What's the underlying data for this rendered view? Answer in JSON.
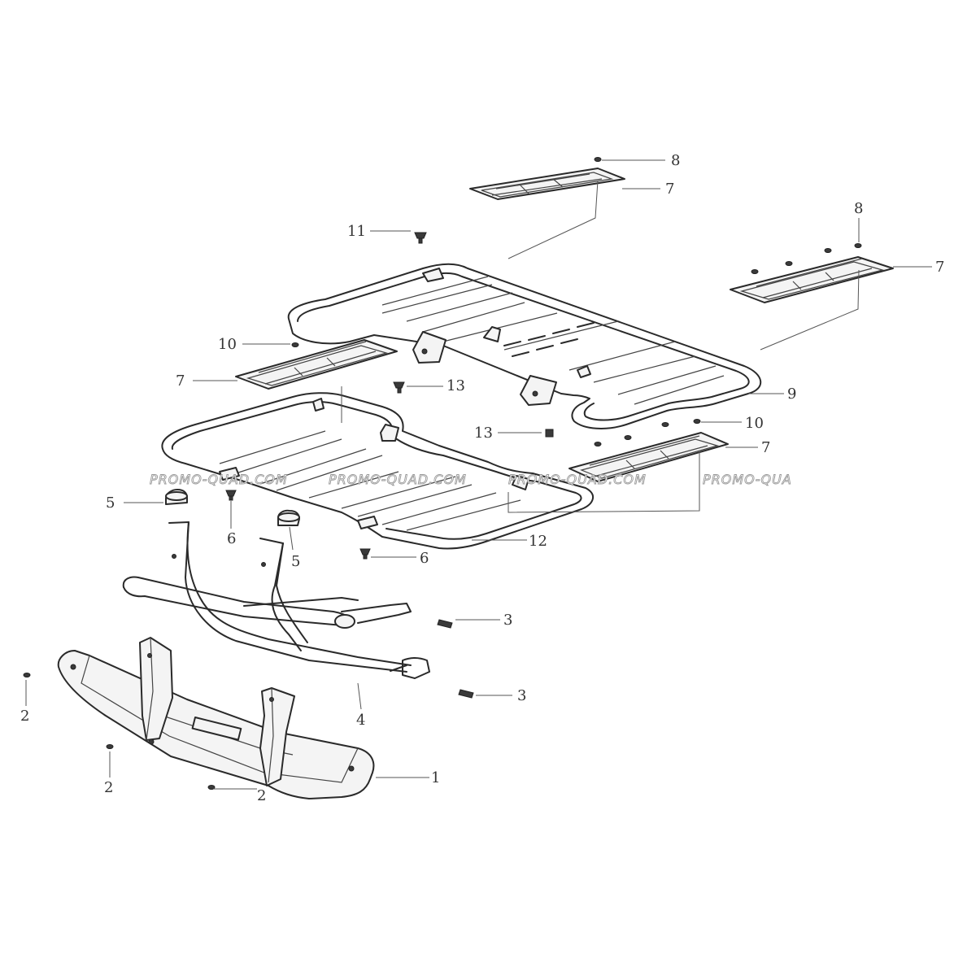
{
  "callouts": {
    "c1": "1",
    "c2a": "2",
    "c2b": "2",
    "c2c": "2",
    "c3a": "3",
    "c3b": "3",
    "c4": "4",
    "c5a": "5",
    "c5b": "5",
    "c6a": "6",
    "c6b": "6",
    "c7a": "7",
    "c7b": "7",
    "c7c": "7",
    "c7d": "7",
    "c8a": "8",
    "c8b": "8",
    "c9": "9",
    "c10a": "10",
    "c10b": "10",
    "c11": "11",
    "c12": "12",
    "c13a": "13",
    "c13b": "13"
  },
  "watermark": {
    "w1": "PROMO-QUAD.COM",
    "w2": "PROMO-QUAD.COM",
    "w3": "PROMO-QUAD.COM",
    "w4": "PROMO-QUA"
  }
}
